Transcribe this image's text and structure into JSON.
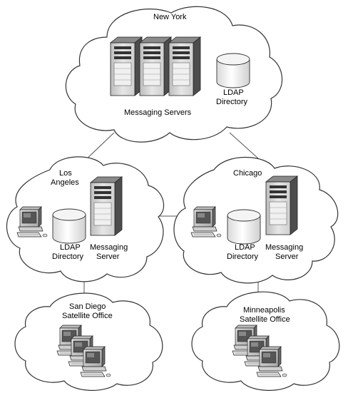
{
  "new_york": {
    "title": "New York",
    "servers_label": "Messaging Servers",
    "ldap_line1": "LDAP",
    "ldap_line2": "Directory"
  },
  "los_angeles": {
    "title_line1": "Los",
    "title_line2": "Angeles",
    "ldap_line1": "LDAP",
    "ldap_line2": "Directory",
    "server_line1": "Messaging",
    "server_line2": "Server"
  },
  "chicago": {
    "title": "Chicago",
    "ldap_line1": "LDAP",
    "ldap_line2": "Directory",
    "server_line1": "Messaging",
    "server_line2": "Server"
  },
  "san_diego": {
    "title_line1": "San Diego",
    "title_line2": "Satellite Office"
  },
  "minneapolis": {
    "title_line1": "Minneapolis",
    "title_line2": "Satellite Office"
  }
}
